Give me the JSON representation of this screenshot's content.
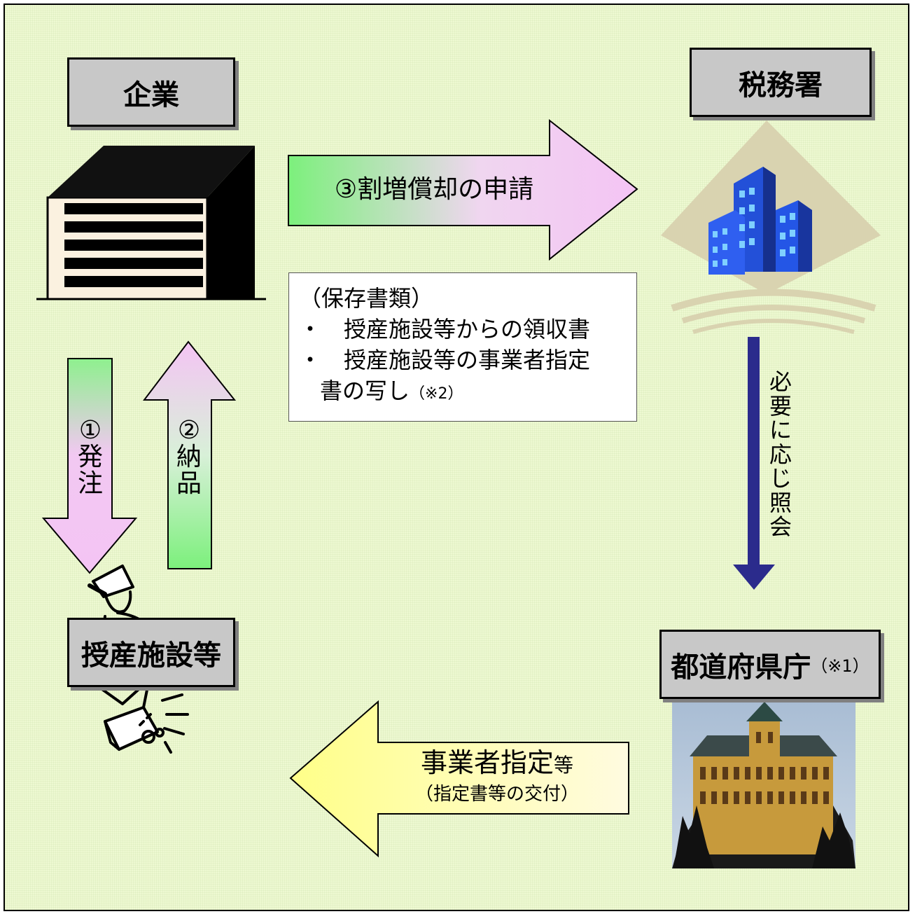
{
  "entities": {
    "company": {
      "label": "企業"
    },
    "tax_office": {
      "label": "税務署"
    },
    "facility": {
      "label": "授産施設等"
    },
    "prefecture": {
      "label": "都道府県庁",
      "note": "（※1）"
    }
  },
  "arrows": {
    "application": {
      "label": "③割増償却の申請"
    },
    "order": {
      "label": [
        "①",
        "発",
        "注"
      ]
    },
    "delivery": {
      "label": [
        "②",
        "納",
        "品"
      ]
    },
    "inquiry": {
      "label": [
        "必",
        "要",
        "に",
        "応",
        "じ",
        "照",
        "会"
      ]
    },
    "designation": {
      "main": "事業者指定",
      "main_suffix": "等",
      "sub": "（指定書等の交付）"
    }
  },
  "documents": {
    "heading": "（保存書類）",
    "items": [
      "・　授産施設等からの領収書",
      "・　授産施設等の事業者指定"
    ],
    "continuation": "書の写し",
    "continuation_note": "（※2）"
  },
  "colors": {
    "background": "#eef9d2",
    "label_fill": "#c8c8c8",
    "arrow_green": "#90ee90",
    "arrow_pink": "#f2c2f2",
    "arrow_yellow": "#ffff99",
    "inquiry_arrow": "#2b2b8c"
  },
  "icons": {
    "company": "office-building-icon",
    "tax_office": "city-buildings-icon",
    "facility": "craftsman-worker-icon",
    "prefecture": "government-palace-icon"
  }
}
